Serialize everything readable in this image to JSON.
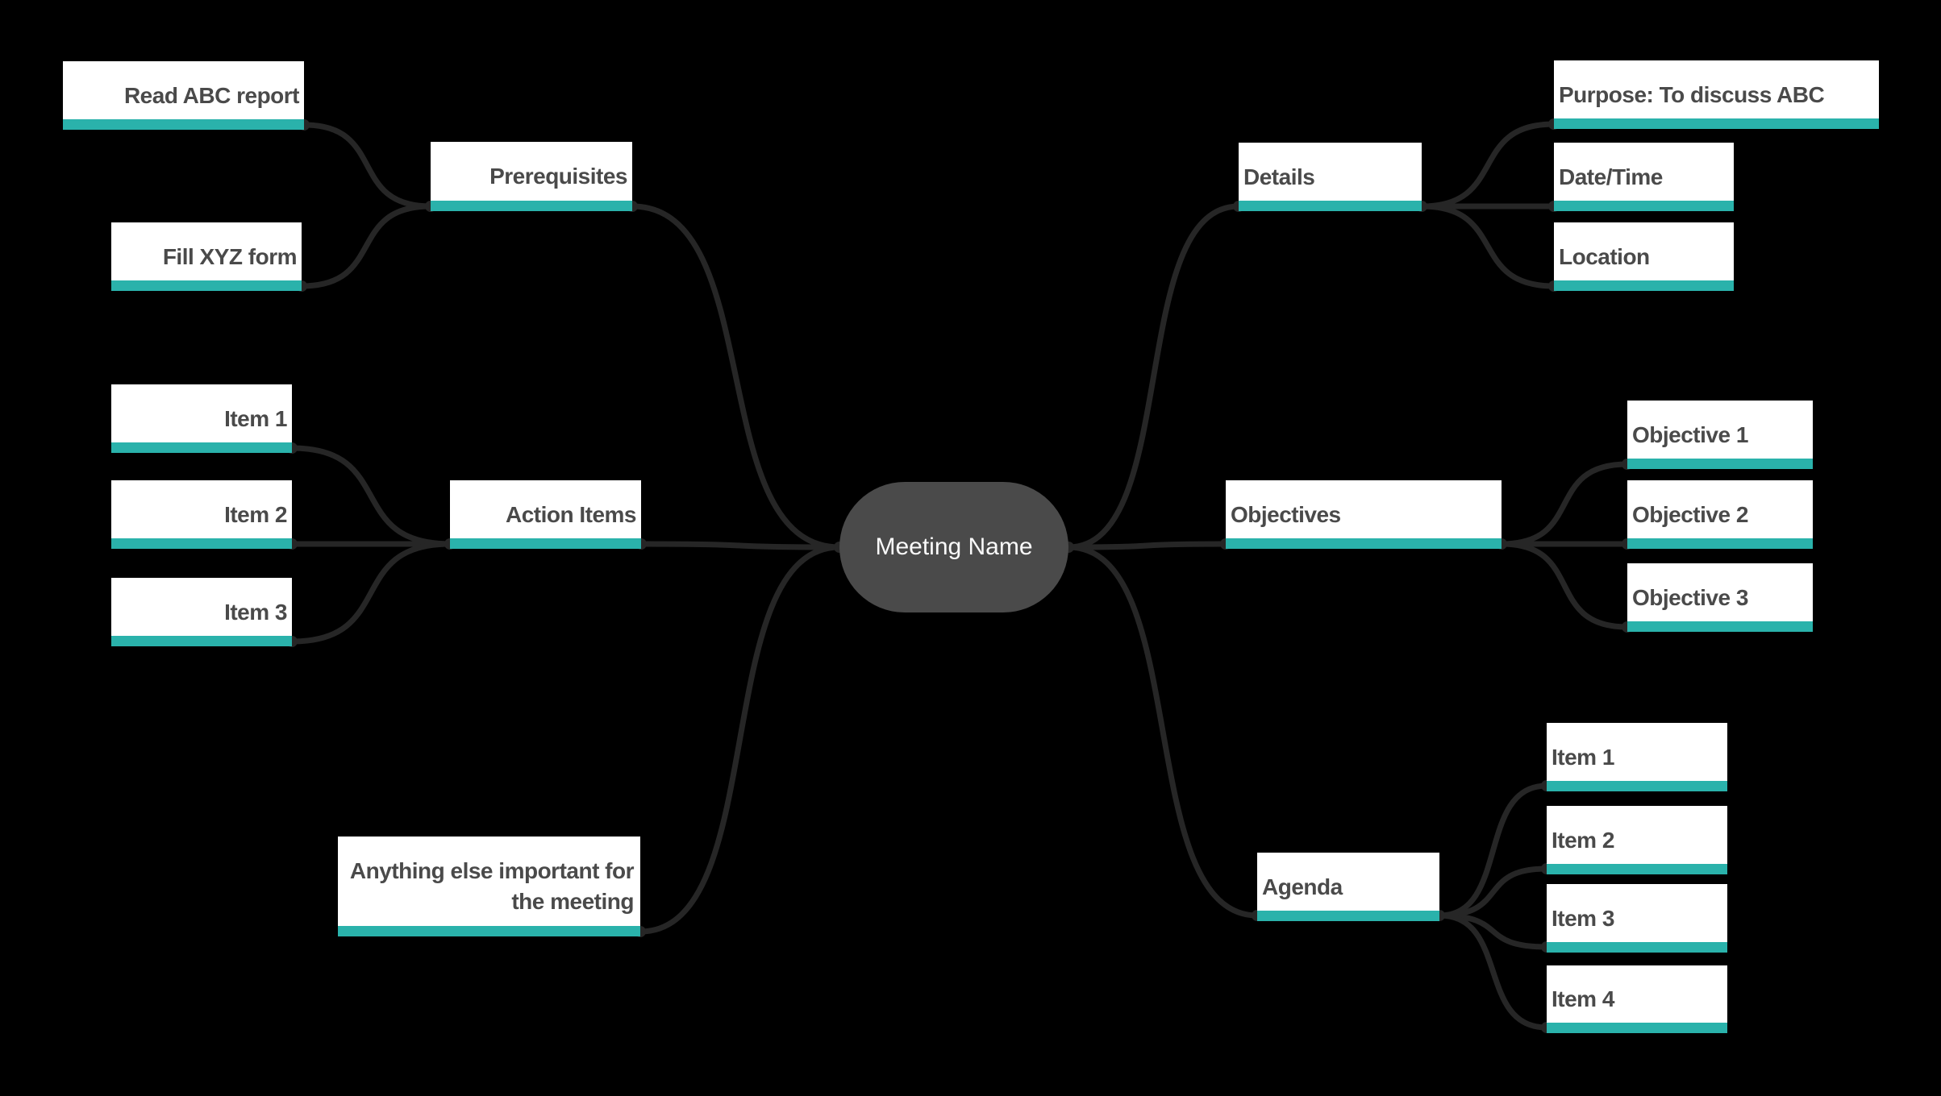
{
  "theme": {
    "background": "#000000",
    "accent": "#2ab2ab",
    "connector": "#262626",
    "node_bg": "#ffffff",
    "node_text": "#4a4a4a",
    "root_bg": "#4a4a4a",
    "root_text": "#fafafa"
  },
  "map": {
    "root": {
      "label": "Meeting Name"
    },
    "left": {
      "prerequisites": {
        "label": "Prerequisites",
        "children": [
          {
            "label": "Read ABC report"
          },
          {
            "label": "Fill XYZ form"
          }
        ]
      },
      "action_items": {
        "label": "Action Items",
        "children": [
          {
            "label": "Item 1"
          },
          {
            "label": "Item 2"
          },
          {
            "label": "Item 3"
          }
        ]
      },
      "note": {
        "label": "Anything else important for the meeting"
      }
    },
    "right": {
      "details": {
        "label": "Details",
        "children": [
          {
            "label": "Purpose: To discuss ABC"
          },
          {
            "label": "Date/Time"
          },
          {
            "label": "Location"
          }
        ]
      },
      "objectives": {
        "label": "Objectives",
        "children": [
          {
            "label": "Objective 1"
          },
          {
            "label": "Objective 2"
          },
          {
            "label": "Objective 3"
          }
        ]
      },
      "agenda": {
        "label": "Agenda",
        "children": [
          {
            "label": "Item 1"
          },
          {
            "label": "Item 2"
          },
          {
            "label": "Item 3"
          },
          {
            "label": "Item 4"
          }
        ]
      }
    }
  }
}
